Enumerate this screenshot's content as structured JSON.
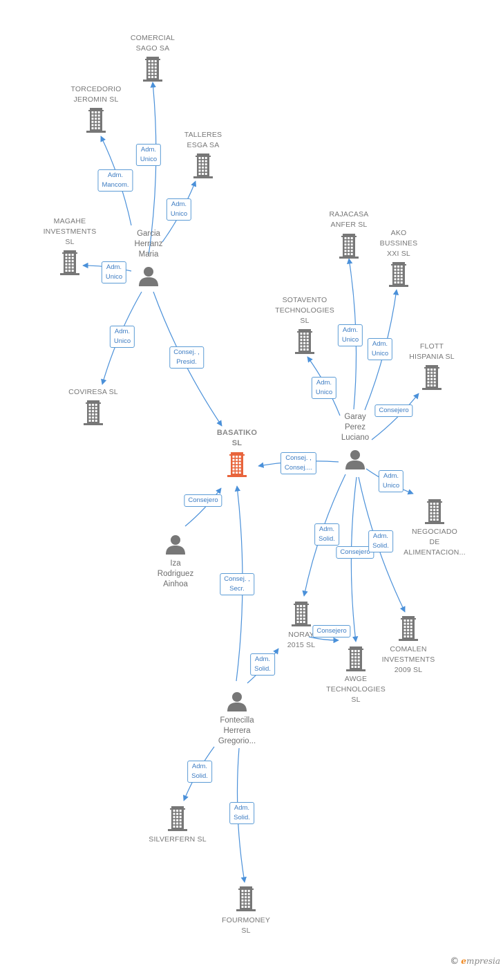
{
  "colors": {
    "edge": "#4a90d9",
    "building": "#777777",
    "focus_building": "#e8643c",
    "person": "#777777"
  },
  "nodes": [
    {
      "id": "comercial",
      "type": "company",
      "label": "COMERCIAL\nSAGO SA",
      "icon": "building-icon"
    },
    {
      "id": "torcedorio",
      "type": "company",
      "label": "TORCEDORIO\nJEROMIN SL",
      "icon": "building-icon"
    },
    {
      "id": "talleres",
      "type": "company",
      "label": "TALLERES\nESGA SA",
      "icon": "building-icon"
    },
    {
      "id": "magahe",
      "type": "company",
      "label": "MAGAHE\nINVESTMENTS\nSL",
      "icon": "building-icon"
    },
    {
      "id": "garcia",
      "type": "person",
      "label": "Garcia\nHerranz\nMaria",
      "icon": "person-icon"
    },
    {
      "id": "coviresa",
      "type": "company",
      "label": "COVIRESA SL",
      "icon": "building-icon"
    },
    {
      "id": "basatiko",
      "type": "company",
      "label": "BASATIKO\nSL",
      "icon": "building-icon",
      "focus": true
    },
    {
      "id": "rajacasa",
      "type": "company",
      "label": "RAJACASA\nANFER  SL",
      "icon": "building-icon"
    },
    {
      "id": "ako",
      "type": "company",
      "label": "AKO\nBUSSINES\nXXI SL",
      "icon": "building-icon"
    },
    {
      "id": "sotavento",
      "type": "company",
      "label": "SOTAVENTO\nTECHNOLOGIES\nSL",
      "icon": "building-icon"
    },
    {
      "id": "flott",
      "type": "company",
      "label": "FLOTT\nHISPANIA  SL",
      "icon": "building-icon"
    },
    {
      "id": "garay",
      "type": "person",
      "label": "Garay\nPerez\nLuciano",
      "icon": "person-icon"
    },
    {
      "id": "negociado",
      "type": "company",
      "label": "NEGOCIADO\nDE\nALIMENTACION...",
      "icon": "building-icon"
    },
    {
      "id": "iza",
      "type": "person",
      "label": "Iza\nRodriguez\nAinhoa",
      "icon": "person-icon"
    },
    {
      "id": "noray",
      "type": "company",
      "label": "NORAY\n2015  SL",
      "icon": "building-icon"
    },
    {
      "id": "awge",
      "type": "company",
      "label": "AWGE\nTECHNOLOGIES\nSL",
      "icon": "building-icon"
    },
    {
      "id": "comalen",
      "type": "company",
      "label": "COMALEN\nINVESTMENTS\n2009 SL",
      "icon": "building-icon"
    },
    {
      "id": "fontecilla",
      "type": "person",
      "label": "Fontecilla\nHerrera\nGregorio...",
      "icon": "person-icon"
    },
    {
      "id": "silverfern",
      "type": "company",
      "label": "SILVERFERN SL",
      "icon": "building-icon"
    },
    {
      "id": "fourmoney",
      "type": "company",
      "label": "FOURMONEY\nSL",
      "icon": "building-icon"
    }
  ],
  "edges": [
    {
      "from": "garcia",
      "to": "comercial",
      "label": "Adm.\nUnico"
    },
    {
      "from": "garcia",
      "to": "torcedorio",
      "label": "Adm.\nMancom."
    },
    {
      "from": "garcia",
      "to": "talleres",
      "label": "Adm.\nUnico"
    },
    {
      "from": "garcia",
      "to": "magahe",
      "label": "Adm.\nUnico"
    },
    {
      "from": "garcia",
      "to": "coviresa",
      "label": "Adm.\nUnico"
    },
    {
      "from": "garcia",
      "to": "basatiko",
      "label": "Consej. ,\nPresid."
    },
    {
      "from": "garay",
      "to": "rajacasa",
      "label": "Adm.\nUnico"
    },
    {
      "from": "garay",
      "to": "ako",
      "label": "Adm.\nUnico"
    },
    {
      "from": "garay",
      "to": "sotavento",
      "label": "Adm.\nUnico"
    },
    {
      "from": "garay",
      "to": "flott",
      "label": "Consejero"
    },
    {
      "from": "garay",
      "to": "basatiko",
      "label": "Consej. ,\nConsej...."
    },
    {
      "from": "garay",
      "to": "negociado",
      "label": "Adm.\nUnico"
    },
    {
      "from": "garay",
      "to": "noray",
      "label": "Adm.\nSolid."
    },
    {
      "from": "garay",
      "to": "awge",
      "label": "Consejero"
    },
    {
      "from": "garay",
      "to": "comalen",
      "label": "Adm.\nSolid."
    },
    {
      "from": "iza",
      "to": "basatiko",
      "label": "Consejero"
    },
    {
      "from": "fontecilla",
      "to": "basatiko",
      "label": "Consej. ,\nSecr."
    },
    {
      "from": "fontecilla",
      "to": "noray",
      "label": "Adm.\nSolid."
    },
    {
      "from": "fontecilla",
      "to": "silverfern",
      "label": "Adm.\nSolid."
    },
    {
      "from": "fontecilla",
      "to": "fourmoney",
      "label": "Adm.\nSolid."
    },
    {
      "from": "noray",
      "to": "awge",
      "label": "Consejero"
    }
  ],
  "brand": {
    "copyright": "©",
    "name": "mpresia",
    "initial": "e"
  }
}
